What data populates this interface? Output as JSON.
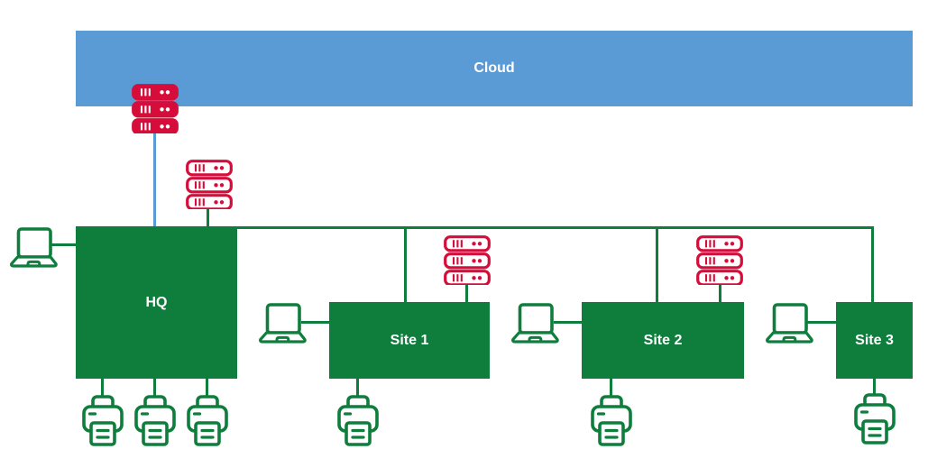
{
  "colors": {
    "cloud_blue": "#5B9BD5",
    "device_green": "#0F7E3D",
    "server_red": "#D60D3B",
    "label_text": "#FFFFFF",
    "background": "#FFFFFF"
  },
  "cloud": {
    "label": "Cloud"
  },
  "nodes": {
    "hq": {
      "label": "HQ"
    },
    "site1": {
      "label": "Site 1"
    },
    "site2": {
      "label": "Site 2"
    },
    "site3": {
      "label": "Site 3"
    }
  },
  "icons": {
    "cloud_rack": "rack-server-filled",
    "hq_rack": "rack-server-outline",
    "site1_rack": "rack-server-outline",
    "site2_rack": "rack-server-outline",
    "laptops": [
      "hq-laptop",
      "site1-laptop",
      "site2-laptop",
      "site3-laptop"
    ],
    "printers": [
      "hq-printer-1",
      "hq-printer-2",
      "hq-printer-3",
      "site1-printer",
      "site2-printer",
      "site3-printer"
    ]
  }
}
